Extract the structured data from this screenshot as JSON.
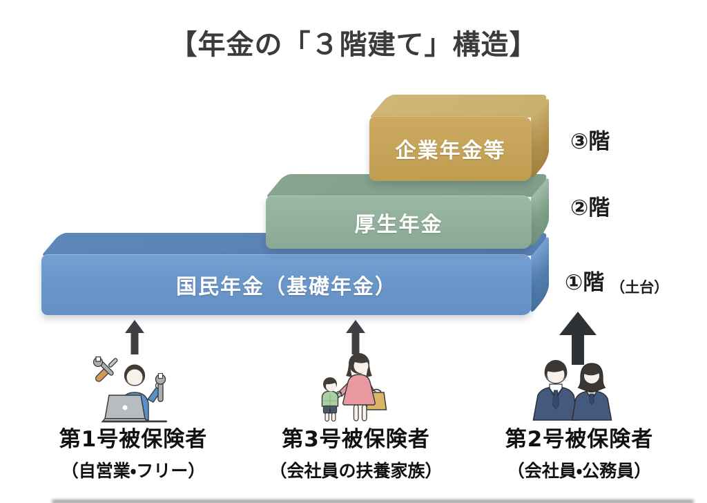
{
  "title": "【年金の「３階建て」構造】",
  "blocks": [
    {
      "label": "企業年金等",
      "floor": "③階",
      "color": "#c6a45a"
    },
    {
      "label": "厚生年金",
      "floor": "②階",
      "color": "#92b09b"
    },
    {
      "label": "国民年金（基礎年金）",
      "floor": "①階",
      "note": "（土台）",
      "color": "#6b96ca"
    }
  ],
  "groups": [
    {
      "name": "第1号被保険者",
      "desc": "（自営業・フリー）",
      "icon": "freelancer-icon"
    },
    {
      "name": "第3号被保険者",
      "desc": "（会社員の扶養家族）",
      "icon": "parent-child-icon"
    },
    {
      "name": "第2号被保険者",
      "desc": "（会社員・公務員）",
      "icon": "office-workers-icon"
    }
  ],
  "icons": [
    "up-arrow-icon",
    "freelancer-icon",
    "parent-child-icon",
    "office-workers-icon"
  ],
  "colors": {
    "title_text": "#3b3b3d",
    "label_text": "#1d1d1f",
    "block_text": "#ffffff",
    "arrow_small": "#3e4144",
    "arrow_large": "#2f3234",
    "gold_front": "#c6a45a",
    "green_front": "#92b09b",
    "blue_front": "#6b96ca"
  }
}
